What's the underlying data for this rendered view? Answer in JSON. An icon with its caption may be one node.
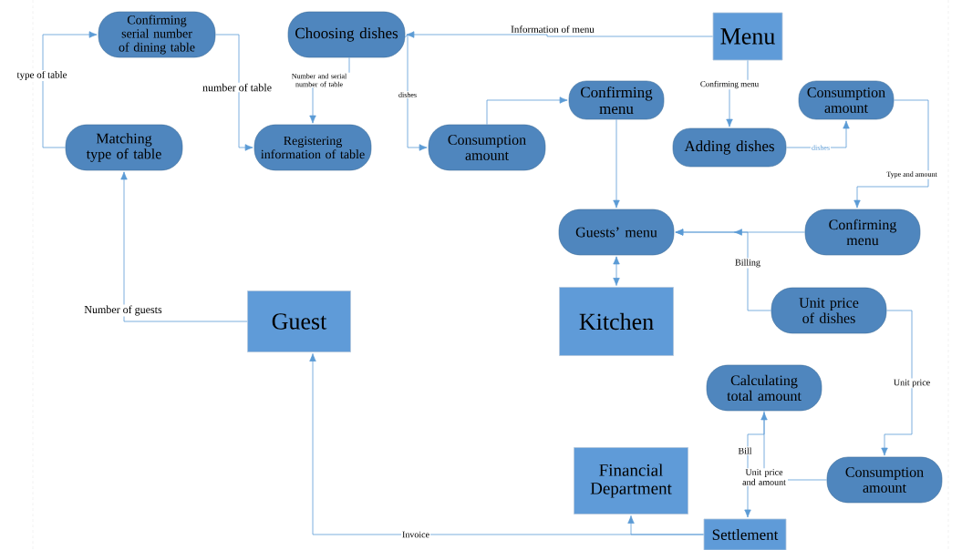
{
  "diagram": {
    "nodes": [
      {
        "text": [
          "Confirming serial number of dining table"
        ]
      },
      {
        "text": [
          "Choosing dishes"
        ]
      },
      {
        "text": [
          "Menu"
        ]
      },
      {
        "text": [
          "Matching type of table"
        ]
      },
      {
        "text": [
          "Registering information of table"
        ]
      },
      {
        "text": [
          "Consumption amount"
        ]
      },
      {
        "text": [
          "Confirming menu"
        ]
      },
      {
        "text": [
          "Adding dishes"
        ]
      },
      {
        "text": [
          "Consumption amount"
        ]
      },
      {
        "text": [
          "Guests’ menu"
        ]
      },
      {
        "text": [
          "Confirming menu"
        ]
      },
      {
        "text": [
          "Guest"
        ]
      },
      {
        "text": [
          "Kitchen"
        ]
      },
      {
        "text": [
          "Unit price of dishes"
        ]
      },
      {
        "text": [
          "Calculating total amount"
        ]
      },
      {
        "text": [
          "Financial Department"
        ]
      },
      {
        "text": [
          "Consumption amount"
        ]
      },
      {
        "text": [
          "Settlement"
        ]
      }
    ],
    "edges": [
      {
        "from": 3,
        "to": 0,
        "arrow": "to",
        "label": "type of table"
      },
      {
        "from": 0,
        "to": 4,
        "arrow": "to",
        "label": "number of table"
      },
      {
        "from": 1,
        "to": 4,
        "arrow": "to",
        "label": "Number and serial number of table"
      },
      {
        "from": 2,
        "to": 1,
        "arrow": "to",
        "label": "Information of menu"
      },
      {
        "from": 1,
        "to": 5,
        "arrow": "to",
        "label": "dishes"
      },
      {
        "from": 5,
        "to": 6,
        "arrow": "to"
      },
      {
        "from": 2,
        "to": 7,
        "arrow": "to",
        "label": "Confirming menu"
      },
      {
        "from": 7,
        "to": 8,
        "arrow": "to",
        "label": "dishes"
      },
      {
        "from": 8,
        "to": 10,
        "arrow": "to",
        "label": "Type and amount"
      },
      {
        "from": 6,
        "to": 9,
        "arrow": "to"
      },
      {
        "from": 10,
        "to": 9,
        "arrow": "to"
      },
      {
        "from": 9,
        "to": 12,
        "arrow": "both"
      },
      {
        "from": 13,
        "to": 9,
        "arrow": "to",
        "label": "Billing"
      },
      {
        "from": 11,
        "to": 3,
        "arrow": "to",
        "label": "Number of guests"
      },
      {
        "from": 13,
        "to": 16,
        "arrow": "to",
        "label": "Unit price"
      },
      {
        "from": 16,
        "to": 14,
        "arrow": "to",
        "label": "Unit price and amount"
      },
      {
        "from": 14,
        "to": 17,
        "arrow": "to",
        "label": "Bill"
      },
      {
        "from": 17,
        "to": 11,
        "arrow": "to",
        "label": "Invoice"
      },
      {
        "from": 17,
        "to": 15,
        "arrow": "to"
      }
    ]
  }
}
